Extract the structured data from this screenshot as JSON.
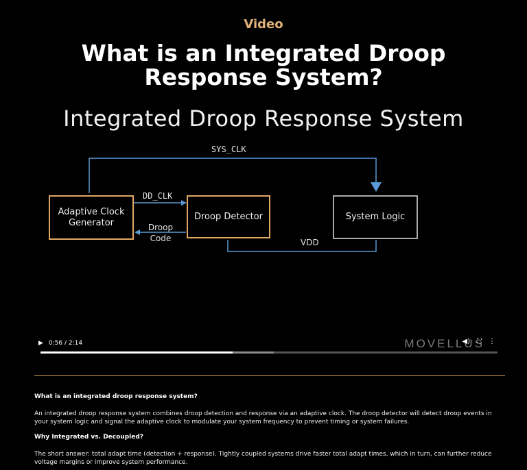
{
  "header": {
    "eyebrow": "Video",
    "title": "What is an Integrated Droop Response System?"
  },
  "video": {
    "slide_title": "Integrated Droop Response System",
    "diagram": {
      "adaptive_clock_line1": "Adaptive Clock",
      "adaptive_clock_line2": "Generator",
      "droop_detector": "Droop Detector",
      "system_logic": "System Logic",
      "sys_clk": "SYS_CLK",
      "dd_clk": "DD_CLK",
      "droop_code_line1": "Droop",
      "droop_code_line2": "Code",
      "vdd": "VDD",
      "colors": {
        "accent": "#e1a865",
        "arrow": "#5b9bd5",
        "system_box": "#a9a9a9"
      }
    },
    "player": {
      "time": "0:56 / 2:14",
      "progress": 0.42,
      "buffered": 0.51,
      "brand": "MOVELLUS",
      "icons": [
        "play-icon",
        "volume-icon",
        "fullscreen-icon",
        "more-icon"
      ]
    }
  },
  "faq": [
    {
      "question": "What is an integrated droop response system?",
      "answer": "An integrated droop response system combines droop detection and response via an adaptive clock. The droop detector will detect droop events in your system logic and signal the adaptive clock to modulate your system frequency to prevent timing or system failures."
    },
    {
      "question": "Why Integrated vs. Decoupled?",
      "answer": "The short answer: total adapt time (detection + response). Tightly coupled systems drive faster total adapt times, which in turn, can further reduce voltage margins or improve system performance."
    }
  ]
}
